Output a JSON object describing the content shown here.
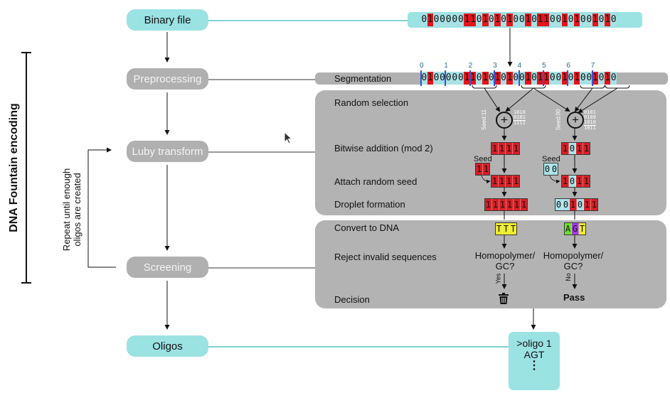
{
  "title": "DNA Fountain encoding",
  "loop_note": "Repeat until enough oligos are created",
  "pipeline": {
    "binary_file": "Binary file",
    "preprocessing": "Preprocessing",
    "luby_transform": "Luby transform",
    "screening": "Screening",
    "oligos": "Oligos"
  },
  "binary_string": "01000001101010100101100101001010",
  "segmentation": {
    "label": "Segmentation",
    "segments": [
      {
        "index": "0",
        "bits": "0100"
      },
      {
        "index": "1",
        "bits": "0001"
      },
      {
        "index": "2",
        "bits": "1010"
      },
      {
        "index": "3",
        "bits": "1010"
      },
      {
        "index": "4",
        "bits": "0101"
      },
      {
        "index": "5",
        "bits": "1001"
      },
      {
        "index": "6",
        "bits": "0100"
      },
      {
        "index": "7",
        "bits": "1010"
      }
    ]
  },
  "luby_steps": {
    "random_selection": "Random selection",
    "bitwise_addition": "Bitwise addition (mod 2)",
    "attach_seed": "Attach random seed",
    "droplet_formation": "Droplet formation"
  },
  "screening_steps": {
    "convert_to_dna": "Convert to DNA",
    "reject_invalid": "Reject invalid sequences",
    "decision": "Decision"
  },
  "droplets": [
    {
      "seed_rotated_label": "Seed:11",
      "selected_segments": [
        "2",
        "4"
      ],
      "xor_lines": [
        "1010",
        "0101"
      ],
      "xor_result": "1111",
      "sum_bits": "1111",
      "seed_label": "Seed",
      "seed_bits": "11",
      "payload_bits": "1111",
      "droplet_bits": "111111",
      "dna": "TTT",
      "question": "Homopolymer/\nGC?",
      "question_line1": "Homopolymer/",
      "question_line2": "GC?",
      "answer": "Yes",
      "outcome_icon": "trash-icon",
      "outcome_text": ""
    },
    {
      "seed_rotated_label": "Seed:00",
      "selected_segments": [
        "4",
        "6",
        "7"
      ],
      "xor_lines": [
        "0101",
        "0100",
        "1010"
      ],
      "xor_result": "1011",
      "sum_bits": "1011",
      "seed_label": "Seed",
      "seed_bits": "00",
      "payload_bits": "1011",
      "droplet_bits": "001011",
      "dna": "AGT",
      "question_line1": "Homopolymer/",
      "question_line2": "GC?",
      "answer": "No",
      "outcome_text": "Pass"
    }
  ],
  "oligo_output": {
    "header": ">oligo 1",
    "sequence": "AGT",
    "ellipsis": "⋮"
  },
  "colors": {
    "one_bit": "#e3161b",
    "zero_bit": "#a8e2e6",
    "cyan_node": "#9be2e3",
    "grey_node": "#b0b0b0",
    "panel": "#b3b3b3",
    "segment_divider": "#3b4fd8",
    "dna_T": "#eded2a",
    "dna_A": "#6ce02a",
    "dna_G": "#a33ce0"
  }
}
